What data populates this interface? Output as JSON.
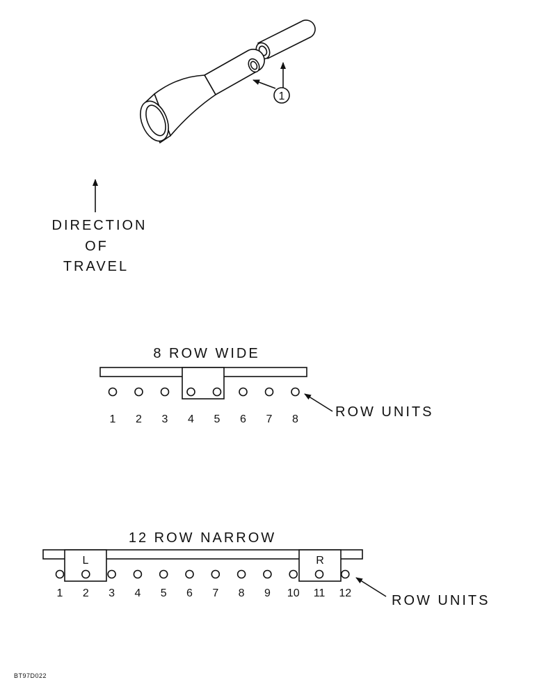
{
  "callout_number": "1",
  "direction": {
    "line1": "DIRECTION",
    "line2": "OF",
    "line3": "TRAVEL"
  },
  "wide": {
    "title": "8 ROW WIDE",
    "row_units_label": "ROW UNITS",
    "numbers": [
      "1",
      "2",
      "3",
      "4",
      "5",
      "6",
      "7",
      "8"
    ]
  },
  "narrow": {
    "title": "12 ROW NARROW",
    "row_units_label": "ROW UNITS",
    "left_box": "L",
    "right_box": "R",
    "numbers": [
      "1",
      "2",
      "3",
      "4",
      "5",
      "6",
      "7",
      "8",
      "9",
      "10",
      "11",
      "12"
    ]
  },
  "figure_code": "BT97D022"
}
